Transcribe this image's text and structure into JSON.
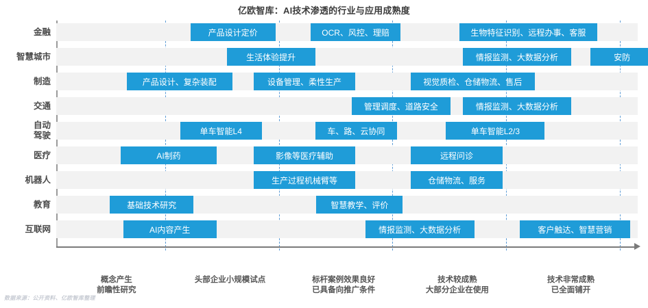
{
  "title": "亿欧智库：AI技术渗透的行业与应用成熟度",
  "footnote": "数据来源：公开资料、亿欧智库整理",
  "colors": {
    "bar": "#1f9cd8",
    "band": "#f2f2f2",
    "gridline": "#5b9bd5",
    "axis": "#7a7a7a",
    "title_text": "#3c3c3c",
    "label_text": "#4a4a4a"
  },
  "chart_data": {
    "type": "bar",
    "title": "亿欧智库：AI技术渗透的行业与应用成熟度",
    "xlabel": "",
    "ylabel": "",
    "orientation": "horizontal",
    "grid": true,
    "legend": "none",
    "xlim": [
      0,
      5
    ],
    "x_stage_ticks": [
      1,
      2,
      3,
      4,
      5
    ],
    "stages": [
      {
        "id": "stage-1",
        "lines": [
          "概念产生",
          "前瞻性研究"
        ],
        "center": 1
      },
      {
        "id": "stage-2",
        "lines": [
          "头部企业小规模试点",
          ""
        ],
        "center": 2
      },
      {
        "id": "stage-3",
        "lines": [
          "标杆案例效果良好",
          "已具备向推广条件"
        ],
        "center": 3
      },
      {
        "id": "stage-4",
        "lines": [
          "技术较成熟",
          "大部分企业在使用"
        ],
        "center": 4
      },
      {
        "id": "stage-5",
        "lines": [
          "技术非常成熟",
          "已全面铺开"
        ],
        "center": 5
      }
    ],
    "categories": [
      "金融",
      "智慧城市",
      "制造",
      "交通",
      "自动驾驶",
      "医疗",
      "机器人",
      "教育",
      "互联网"
    ],
    "rows": [
      {
        "label": "金融",
        "label_lines": [
          "金融"
        ],
        "bars": [
          {
            "text": "产品设计定价",
            "start": 1.18,
            "end": 1.93
          },
          {
            "text": "OCR、风控、理赔",
            "start": 2.24,
            "end": 3.03
          },
          {
            "text": "生物特征识别、远程办事、客服",
            "start": 3.55,
            "end": 4.76
          }
        ]
      },
      {
        "label": "智慧城市",
        "label_lines": [
          "智慧城市"
        ],
        "bars": [
          {
            "text": "生活体验提升",
            "start": 1.5,
            "end": 2.28
          },
          {
            "text": "情报监测、大数据分析",
            "start": 3.58,
            "end": 4.53
          },
          {
            "text": "安防",
            "start": 4.7,
            "end": 5.26
          }
        ]
      },
      {
        "label": "制造",
        "label_lines": [
          "制造"
        ],
        "bars": [
          {
            "text": "产品设计、复杂装配",
            "start": 0.62,
            "end": 1.55
          },
          {
            "text": "设备管理、柔性生产",
            "start": 1.74,
            "end": 2.63
          },
          {
            "text": "视觉质检、仓储物流、售后",
            "start": 3.12,
            "end": 4.21
          }
        ]
      },
      {
        "label": "交通",
        "label_lines": [
          "交通"
        ],
        "bars": [
          {
            "text": "管理调度、道路安全",
            "start": 2.6,
            "end": 3.47
          },
          {
            "text": "情报监测、大数据分析",
            "start": 3.58,
            "end": 4.53
          }
        ]
      },
      {
        "label": "自动驾驶",
        "label_lines": [
          "自动",
          "驾驶"
        ],
        "bars": [
          {
            "text": "单车智能L4",
            "start": 1.09,
            "end": 1.81
          },
          {
            "text": "车、路、云协同",
            "start": 2.28,
            "end": 3.0
          },
          {
            "text": "单车智能L2/3",
            "start": 3.43,
            "end": 4.3
          }
        ]
      },
      {
        "label": "医疗",
        "label_lines": [
          "医疗"
        ],
        "bars": [
          {
            "text": "AI制药",
            "start": 0.57,
            "end": 1.41
          },
          {
            "text": "影像等医疗辅助",
            "start": 1.74,
            "end": 2.63
          },
          {
            "text": "远程问诊",
            "start": 3.12,
            "end": 3.93
          }
        ]
      },
      {
        "label": "机器人",
        "label_lines": [
          "机器人"
        ],
        "bars": [
          {
            "text": "生产过程机械臂等",
            "start": 1.74,
            "end": 2.63
          },
          {
            "text": "仓储物流、服务",
            "start": 3.12,
            "end": 3.93
          }
        ]
      },
      {
        "label": "教育",
        "label_lines": [
          "教育"
        ],
        "bars": [
          {
            "text": "基础技术研究",
            "start": 0.47,
            "end": 1.21
          },
          {
            "text": "智慧教学、评价",
            "start": 2.29,
            "end": 3.05
          }
        ]
      },
      {
        "label": "互联网",
        "label_lines": [
          "互联网"
        ],
        "bars": [
          {
            "text": "AI内容产生",
            "start": 0.59,
            "end": 1.41
          },
          {
            "text": "情报监测、大数据分析",
            "start": 2.72,
            "end": 3.68
          },
          {
            "text": "客户触达、智慧营销",
            "start": 4.08,
            "end": 5.05
          }
        ]
      }
    ]
  }
}
